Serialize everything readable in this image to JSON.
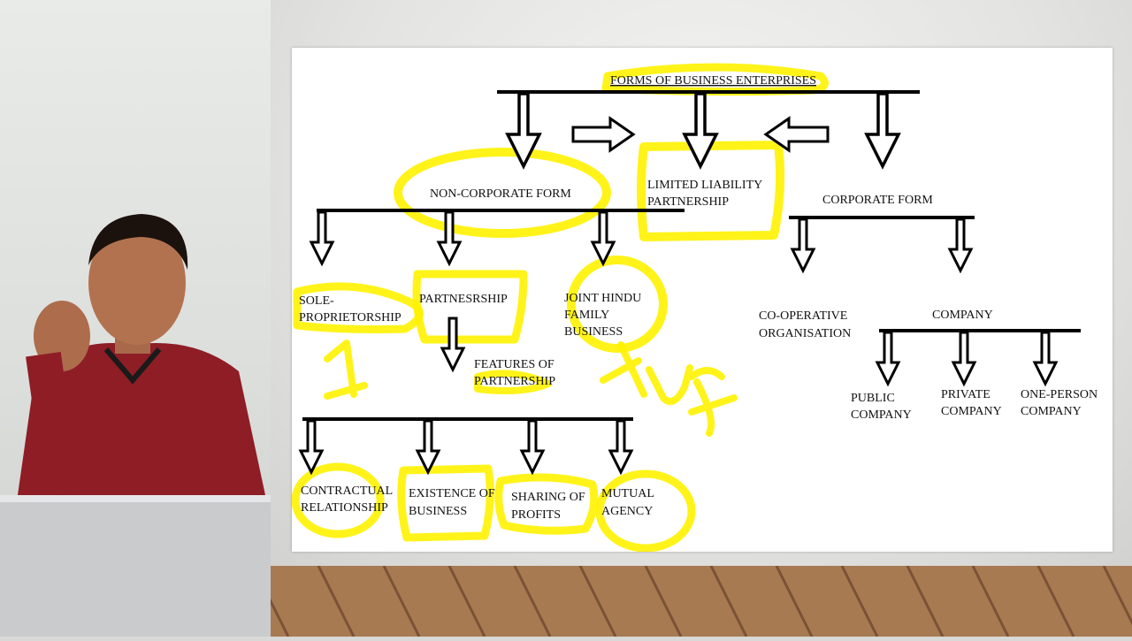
{
  "title": "FORMS OF BUSINESS ENTERPRISES",
  "forms": {
    "non_corporate": "NON-CORPORATE FORM",
    "llp_line1": "LIMITED LIABILITY",
    "llp_line2": "PARTNERSHIP",
    "corporate": "CORPORATE FORM"
  },
  "non_corporate_types": {
    "sole_line1": "SOLE-",
    "sole_line2": "PROPRIETORSHIP",
    "partnership": "PARTNESRSHIP",
    "jhf_line1": "JOINT HINDU",
    "jhf_line2": "FAMILY",
    "jhf_line3": "BUSINESS"
  },
  "corporate_types": {
    "coop_line1": "CO-OPERATIVE",
    "coop_line2": "ORGANISATION",
    "company": "COMPANY"
  },
  "company_types": {
    "public_line1": "PUBLIC",
    "public_line2": "COMPANY",
    "private_line1": "PRIVATE",
    "private_line2": "COMPANY",
    "one_line1": "ONE-PERSON",
    "one_line2": "COMPANY"
  },
  "features": {
    "heading_line1": "FEATURES OF",
    "heading_line2": "PARTNERSHIP",
    "f1_line1": "CONTRACTUAL",
    "f1_line2": "RELATIONSHIP",
    "f2_line1": "EXISTENCE OF",
    "f2_line2": "BUSINESS",
    "f3_line1": "SHARING OF",
    "f3_line2": "PROFITS",
    "f4_line1": "MUTUAL",
    "f4_line2": "AGENCY"
  },
  "annotations": {
    "number_one": "1",
    "huf": "Huf"
  },
  "colors": {
    "highlight": "#fff200",
    "shirt": "#8e1d26",
    "floor_dark": "#7a5236",
    "floor_light": "#a87a52"
  }
}
